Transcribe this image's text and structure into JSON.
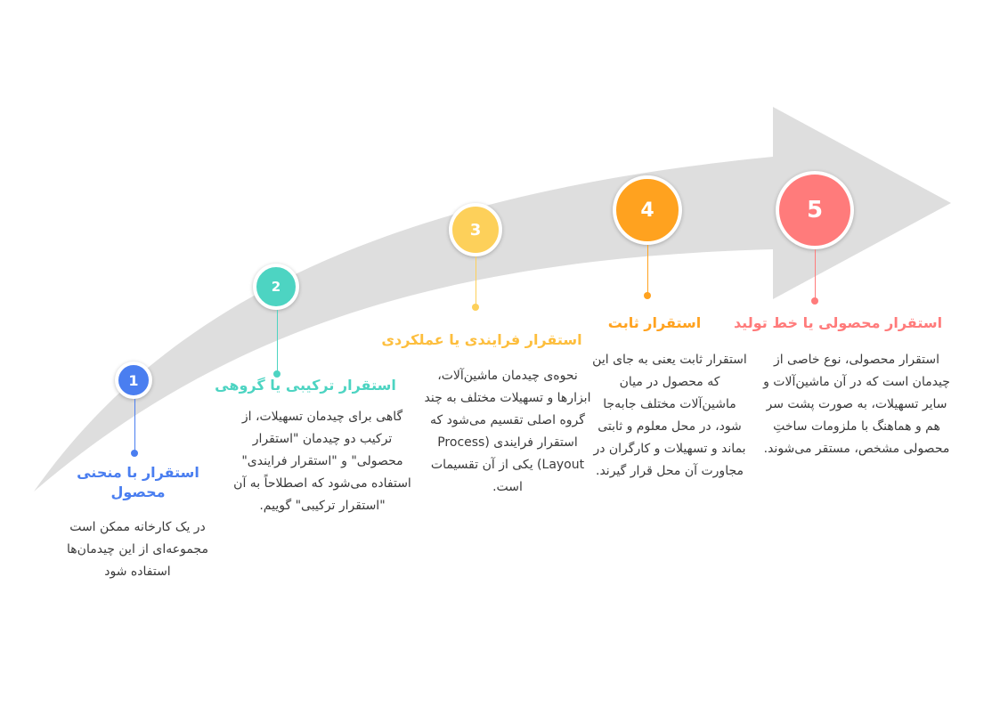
{
  "steps": [
    {
      "number": "1",
      "color": "#4a7ef0",
      "title": "استقرار با منحنی محصول",
      "description": "در یک کارخانه ممکن است مجموعه‌ای از این چیدمان‌ها استفاده شود"
    },
    {
      "number": "2",
      "color": "#4dd4c2",
      "title": "استقرار ترکیبی یا گروهی",
      "description": "گاهی برای چیدمان تسهیلات، از ترکیب دو چیدمان \"استقرار محصولی\" و \"استقرار فرایندی\" استفاده می‌شود که اصطلاحاً به آن \"استقرار ترکیبی\" گوییم."
    },
    {
      "number": "3",
      "color": "#fdd05a",
      "title": "استقرار فرایندی یا عملکردی",
      "description": "نحوه‌ی چیدمان ماشین‌آلات، ابزارها و تسهیلات مختلف به چند گروه اصلی تقسیم می‌شود که استقرار فرایندی Process) Layout) یکی از آن تقسیمات است."
    },
    {
      "number": "4",
      "color": "#ffa21f",
      "title": "استقرار ثابت",
      "description": "استقرار ثابت یعنی به جای این که محصول در میان ماشین‌آلات مختلف جابه‌جا شود، در محل معلوم و ثابتی بماند و تسهیلات و کارگران در مجاورت آن محل قرار گیرند."
    },
    {
      "number": "5",
      "color": "#ff7b7b",
      "title": "استقرار محصولی یا خط تولید",
      "description": "استقرار محصولی، نوع خاصی از چیدمان است که در آن ماشین‌آلات و سایر تسهیلات، به صورت پشت سر هم و هماهنگ با ملزومات ساختِ محصولی مشخص، مستقر می‌شوند."
    }
  ],
  "arrow_color": "#dedede"
}
